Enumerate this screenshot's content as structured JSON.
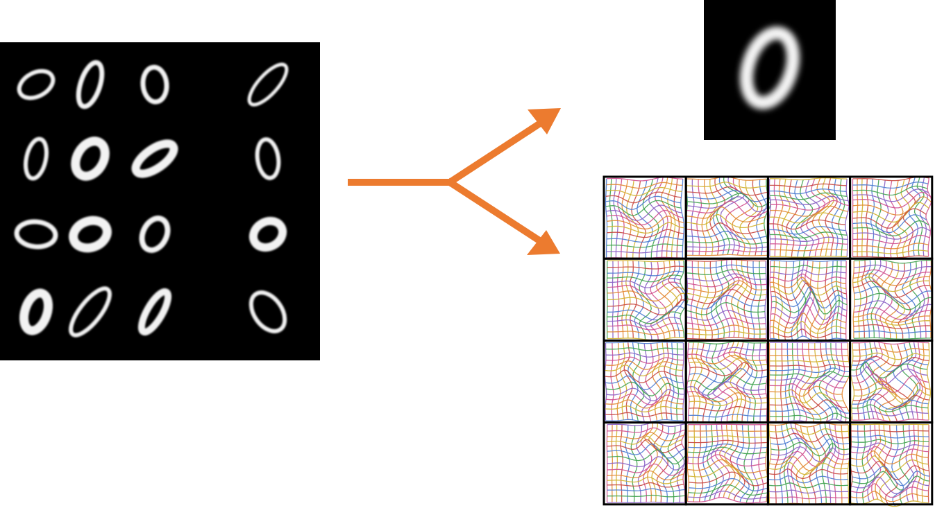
{
  "figure": {
    "input_samples": {
      "digit": "0",
      "rows": 4,
      "cols": 4,
      "background": "#000000",
      "stroke": "#ffffff"
    },
    "arrow": {
      "color": "#ec7b2f",
      "branches": 2
    },
    "template": {
      "digit": "0",
      "background": "#000000"
    },
    "deformation_fields": {
      "rows": 4,
      "cols": 4,
      "colors": [
        "#4a7bd0",
        "#3fa24f",
        "#8a5fc4",
        "#d0508f",
        "#e2862f",
        "#d2b12d",
        "#c8473f"
      ]
    }
  }
}
